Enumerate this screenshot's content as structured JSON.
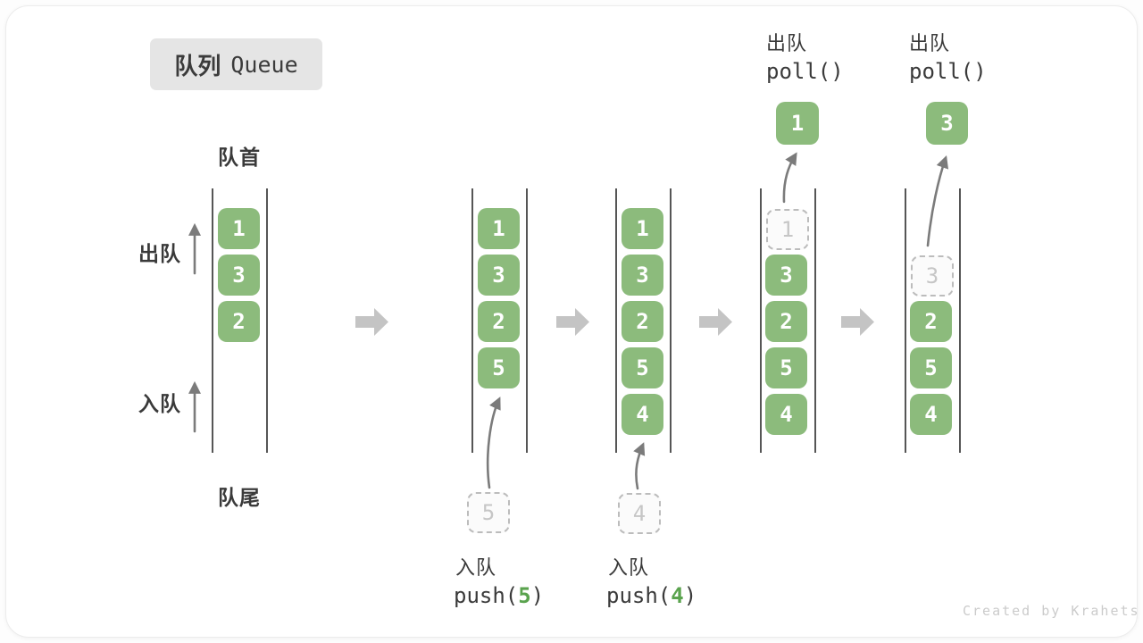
{
  "title": {
    "zh": "队列",
    "en": "Queue"
  },
  "side_labels": {
    "front": "队首",
    "rear": "队尾",
    "dequeue": "出队",
    "enqueue": "入队"
  },
  "stages": {
    "q1": {
      "slots": [
        "1",
        "3",
        "2"
      ]
    },
    "q2": {
      "slots": [
        "1",
        "3",
        "2",
        "5"
      ],
      "staged": "5"
    },
    "q3": {
      "slots": [
        "1",
        "3",
        "2",
        "5",
        "4"
      ],
      "staged": "4"
    },
    "q4": {
      "removed": "1",
      "slots": [
        "3",
        "2",
        "5",
        "4"
      ],
      "result": "1"
    },
    "q5": {
      "removed": "3",
      "slots": [
        "2",
        "5",
        "4"
      ],
      "result": "3"
    }
  },
  "operations": [
    {
      "label": "入队",
      "code_pre": "push(",
      "arg": "5",
      "code_post": ")"
    },
    {
      "label": "入队",
      "code_pre": "push(",
      "arg": "4",
      "code_post": ")"
    },
    {
      "label": "出队",
      "code": "poll()"
    },
    {
      "label": "出队",
      "code": "poll()"
    }
  ],
  "watermark": "Created by Krahets",
  "colors": {
    "box_green": "#8cbb7c",
    "code_green": "#5aa34e",
    "big_arrow_gray": "#c4c4c4",
    "thin_arrow_gray": "#7b7b7b",
    "rail_dark": "#565656",
    "ghost_border": "#bcbcbc",
    "badge_bg": "#e5e5e5",
    "text_dark": "#3a3a3a"
  }
}
